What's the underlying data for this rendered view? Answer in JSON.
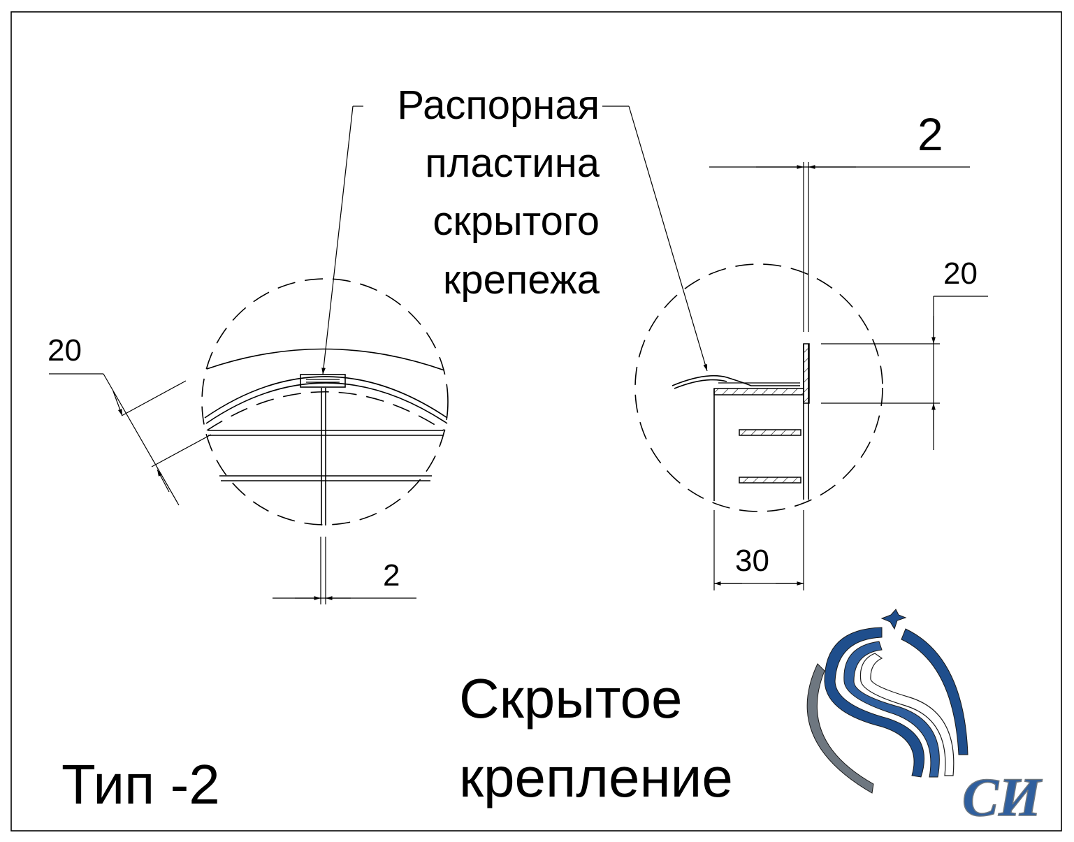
{
  "labels": {
    "callout": [
      "Распорная",
      "пластина",
      "скрытого",
      "крепежа"
    ],
    "dim_left_thickness": "20",
    "dim_left_gap": "2",
    "dim_right_gap": "2",
    "dim_right_thickness": "20",
    "dim_right_depth": "30",
    "title": [
      "Скрытое",
      "крепление"
    ],
    "type": "Тип -2"
  },
  "logo": {
    "text": "СИ",
    "colors": {
      "blue": "#1f4e8c",
      "grey": "#6e7780",
      "outline": "#1a1a1a"
    }
  }
}
